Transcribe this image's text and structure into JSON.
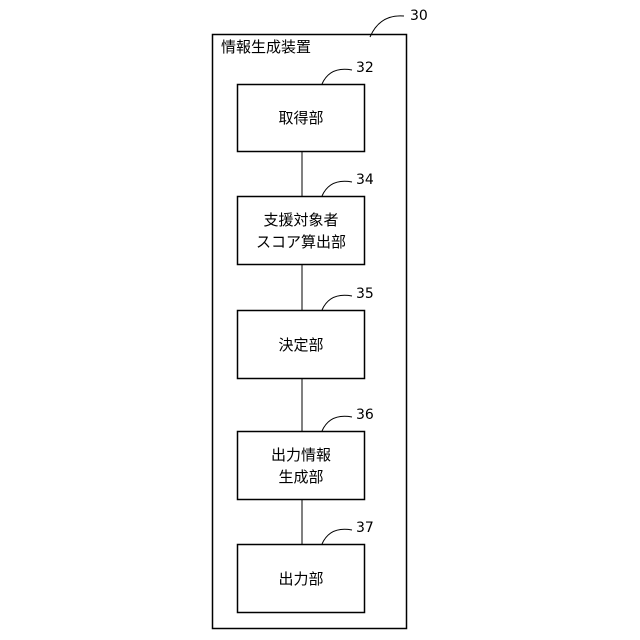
{
  "device": {
    "ref": "30",
    "title": "情報生成装置"
  },
  "blocks": [
    {
      "ref": "32",
      "label": "取得部"
    },
    {
      "ref": "34",
      "label": "支援対象者\nスコア算出部"
    },
    {
      "ref": "35",
      "label": "決定部"
    },
    {
      "ref": "36",
      "label": "出力情報\n生成部"
    },
    {
      "ref": "37",
      "label": "出力部"
    }
  ]
}
